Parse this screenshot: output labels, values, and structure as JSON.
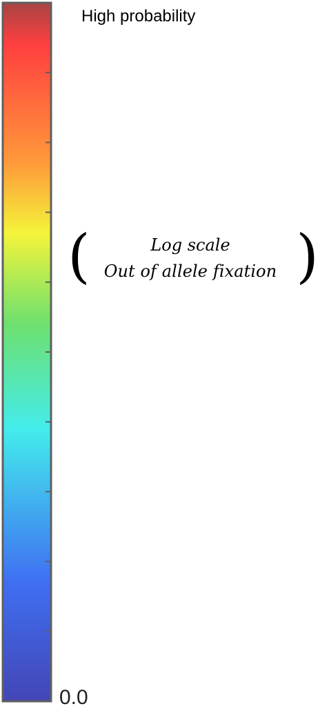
{
  "chart_data": {
    "type": "heatmap",
    "orientation": "vertical",
    "colormap": "jet",
    "max_label": "High probability",
    "min_label": "0.0",
    "annotation": {
      "line1": "Log scale",
      "line2": "Out of allele fixation"
    },
    "tick_count": 9,
    "colors": {
      "top": "#a84444",
      "red": "#ff3f3f",
      "orange": "#ff9a3a",
      "yellow": "#f4f43a",
      "green": "#6ee06e",
      "cyan": "#43ecec",
      "blue": "#3f6ff2",
      "bottom": "#4346b5",
      "frame": "#5f5f5f"
    }
  }
}
